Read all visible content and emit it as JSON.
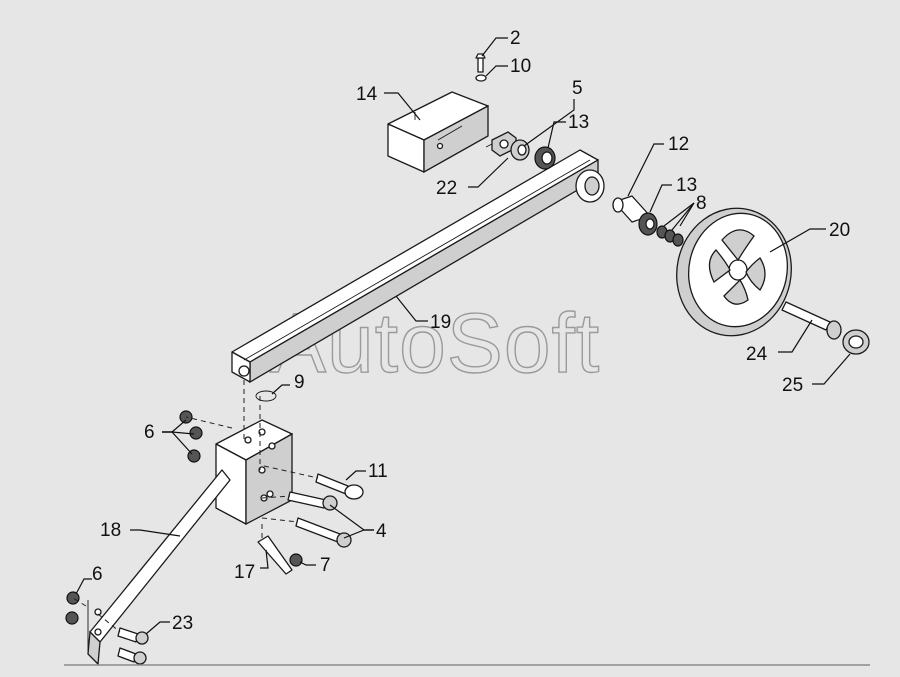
{
  "watermark": "AutoSoft",
  "callouts": {
    "c2": "2",
    "c10": "10",
    "c5": "5",
    "c14": "14",
    "c13a": "13",
    "c22": "22",
    "c12": "12",
    "c13b": "13",
    "c8": "8",
    "c20": "20",
    "c19": "19",
    "c24": "24",
    "c25": "25",
    "c9": "9",
    "c6a": "6",
    "c11": "11",
    "c18": "18",
    "c4": "4",
    "c17": "17",
    "c7": "7",
    "c6b": "6",
    "c23": "23"
  },
  "colors": {
    "background": "#e6e6e6",
    "ink": "#111111"
  }
}
